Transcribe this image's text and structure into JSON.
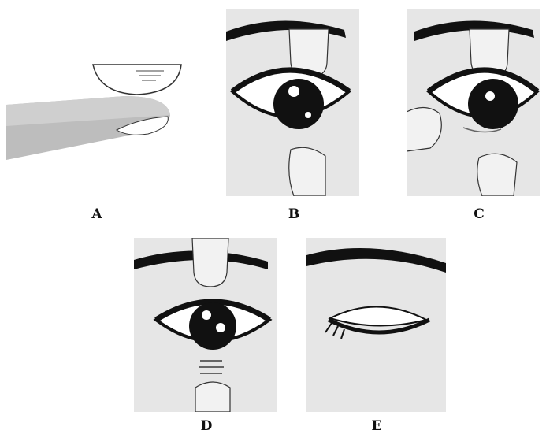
{
  "panels": [
    {
      "label": "A"
    },
    {
      "label": "B"
    },
    {
      "label": "C"
    },
    {
      "label": "D"
    },
    {
      "label": "E"
    }
  ],
  "colors": {
    "background": "#ffffff",
    "skin_panel": "#e6e6e6",
    "ink": "#111111",
    "finger": "#f2f2f2",
    "finger_shadow": "#bdbdbd"
  }
}
